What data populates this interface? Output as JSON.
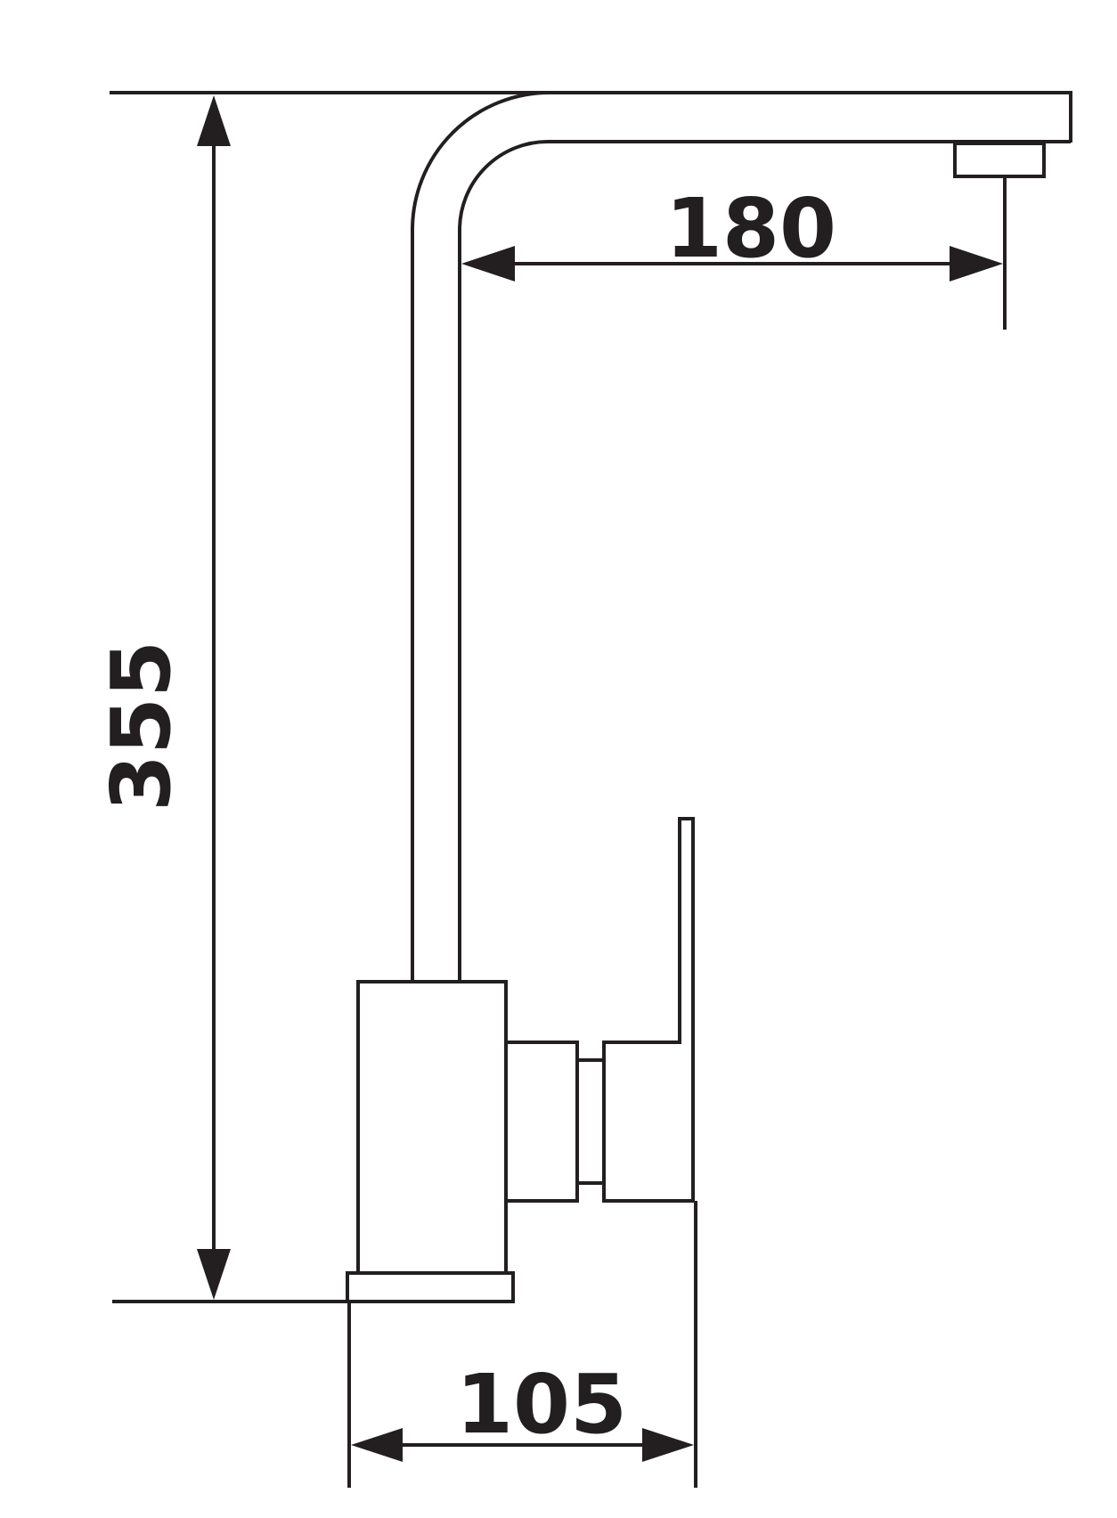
{
  "drawing": {
    "stroke_color": "#231f20",
    "fill_color": "#ffffff"
  },
  "dimensions": {
    "height": "355",
    "spout_reach": "180",
    "base_to_handle": "105"
  }
}
